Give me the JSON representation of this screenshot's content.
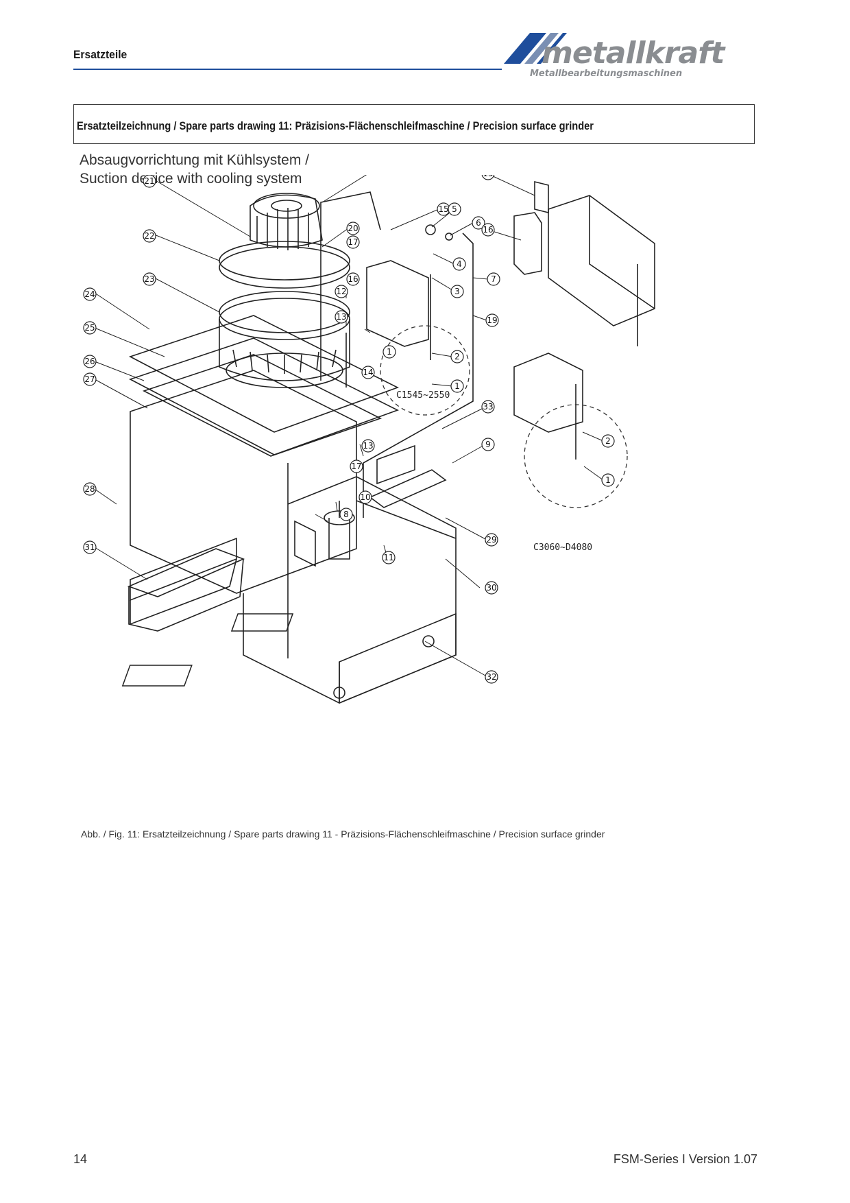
{
  "header": {
    "section_title": "Ersatzteile",
    "brand_name": "metallkraft",
    "brand_tagline": "Metallbearbeitungsmaschinen",
    "brand_color": "#1f4e9c"
  },
  "title_box": {
    "text": "Ersatzteilzeichnung / Spare parts drawing 11: Präzisions-Flächenschleifmaschine / Precision surface grinder"
  },
  "subtitle": {
    "line1": "Absaugvorrichtung mit Kühlsystem /",
    "line2": "Suction device with cooling system"
  },
  "drawing": {
    "model_label_a": "C1545~2550",
    "model_label_b": "C3060~D4080",
    "part_numbers": [
      "21",
      "22",
      "23",
      "24",
      "25",
      "26",
      "27",
      "28",
      "31",
      "18",
      "20",
      "17",
      "16",
      "12",
      "13",
      "14",
      "13",
      "17",
      "15",
      "5",
      "6",
      "4",
      "3",
      "7",
      "1",
      "2",
      "1",
      "19",
      "15",
      "16",
      "33",
      "9",
      "2",
      "1",
      "10",
      "8",
      "11",
      "29",
      "30",
      "32"
    ]
  },
  "caption": "Abb. / Fig. 11: Ersatzteilzeichnung / Spare parts drawing 11 - Präzisions-Flächenschleifmaschine / Precision surface grinder",
  "footer": {
    "page_number": "14",
    "version": "FSM-Series I Version 1.07"
  }
}
